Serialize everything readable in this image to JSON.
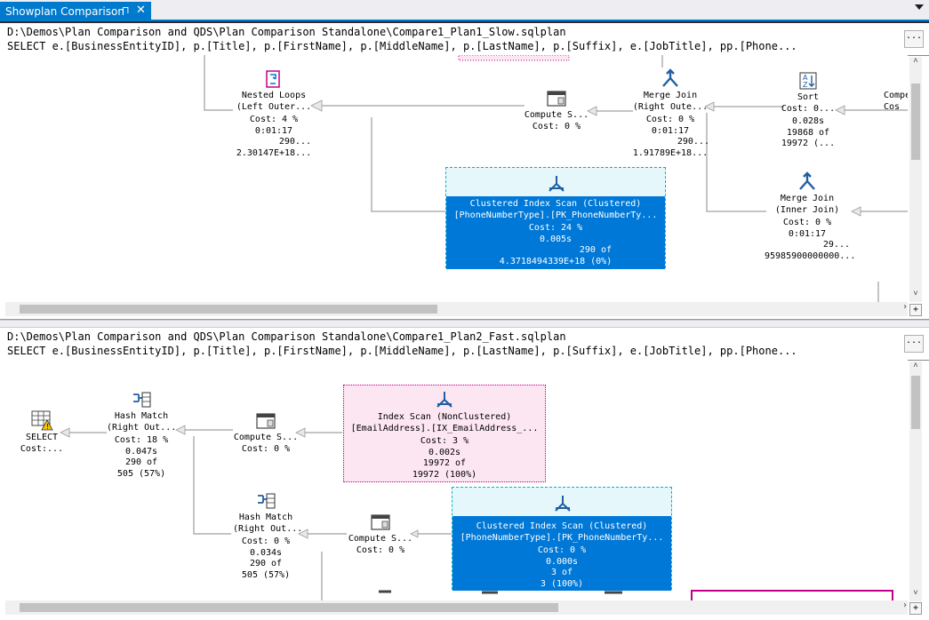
{
  "tab": {
    "title": "Showplan Comparison",
    "pin": "⊓",
    "close": "✕"
  },
  "top_plan": {
    "path": "D:\\Demos\\Plan Comparison and QDS\\Plan Comparison Standalone\\Compare1_Plan1_Slow.sqlplan",
    "query": "SELECT e.[BusinessEntityID], p.[Title], p.[FirstName], p.[MiddleName], p.[LastName], p.[Suffix], e.[JobTitle], pp.[Phone...",
    "ops": {
      "nested_loops": {
        "l1": "Nested Loops",
        "l2": "(Left Outer...",
        "cost": "Cost: 4 %",
        "t": "0:01:17",
        "rows": "290...",
        "est": "2.30147E+18..."
      },
      "compute": {
        "l1": "Compute S...",
        "cost": "Cost: 0 %"
      },
      "merge1": {
        "l1": "Merge Join",
        "l2": "(Right Oute...",
        "cost": "Cost: 0 %",
        "t": "0:01:17",
        "rows": "290...",
        "est": "1.91789E+18..."
      },
      "sort": {
        "l1": "Sort",
        "cost": "Cost: 0...",
        "t": "0.028s",
        "rows": "19868 of",
        "est": "19972 (..."
      },
      "compute_edge": {
        "l1": "Compe",
        "cost": "Cos"
      },
      "cis": {
        "l1": "Clustered Index Scan (Clustered)",
        "l2": "[PhoneNumberType].[PK_PhoneNumberTy...",
        "cost": "Cost: 24 %",
        "t": "0.005s",
        "rows": "290 of",
        "est": "4.3718494339E+18 (0%)"
      },
      "merge2": {
        "l1": "Merge Join",
        "l2": "(Inner Join)",
        "cost": "Cost: 0 %",
        "t": "0:01:17",
        "rows": "29...",
        "est": "95985900000000..."
      }
    }
  },
  "bottom_plan": {
    "path": "D:\\Demos\\Plan Comparison and QDS\\Plan Comparison Standalone\\Compare1_Plan2_Fast.sqlplan",
    "query": "SELECT e.[BusinessEntityID], p.[Title], p.[FirstName], p.[MiddleName], p.[LastName], p.[Suffix], e.[JobTitle], pp.[Phone...",
    "ops": {
      "select": {
        "l1": "SELECT",
        "cost": "Cost:..."
      },
      "hash1": {
        "l1": "Hash Match",
        "l2": "(Right Out...",
        "cost": "Cost: 18 %",
        "t": "0.047s",
        "rows": "290 of",
        "est": "505 (57%)"
      },
      "compute1": {
        "l1": "Compute S...",
        "cost": "Cost: 0 %"
      },
      "index_scan": {
        "l1": "Index Scan (NonClustered)",
        "l2": "[EmailAddress].[IX_EmailAddress_...",
        "cost": "Cost: 3 %",
        "t": "0.002s",
        "rows": "19972 of",
        "est": "19972 (100%)"
      },
      "hash2": {
        "l1": "Hash Match",
        "l2": "(Right Out...",
        "cost": "Cost: 0 %",
        "t": "0.034s",
        "rows": "290 of",
        "est": "505 (57%)"
      },
      "compute2": {
        "l1": "Compute S...",
        "cost": "Cost: 0 %"
      },
      "cis": {
        "l1": "Clustered Index Scan (Clustered)",
        "l2": "[PhoneNumberType].[PK_PhoneNumberTy...",
        "cost": "Cost: 0 %",
        "t": "0.000s",
        "rows": "3 of",
        "est": "3 (100%)"
      }
    }
  },
  "buttons": {
    "expand": "...",
    "corner": "+"
  },
  "scroll": {
    "up": "˄",
    "down": "˅",
    "right": "›"
  }
}
